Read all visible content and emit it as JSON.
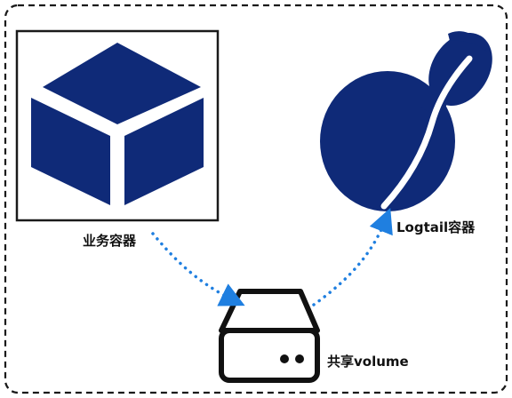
{
  "nodes": {
    "business_container": {
      "label": "业务容器",
      "icon": "cube-icon"
    },
    "logtail_container": {
      "label": "Logtail容器",
      "icon": "gourd-icon"
    },
    "shared_volume": {
      "label": "共享volume",
      "icon": "storage-drive-icon"
    }
  },
  "edges": [
    {
      "from": "business_container",
      "to": "shared_volume",
      "style": "dotted-arrow"
    },
    {
      "from": "shared_volume",
      "to": "logtail_container",
      "style": "dotted-arrow"
    }
  ],
  "colors": {
    "icon": "#0f2a78",
    "arrow": "#1f7fe0",
    "border": "#1a1a1a"
  }
}
